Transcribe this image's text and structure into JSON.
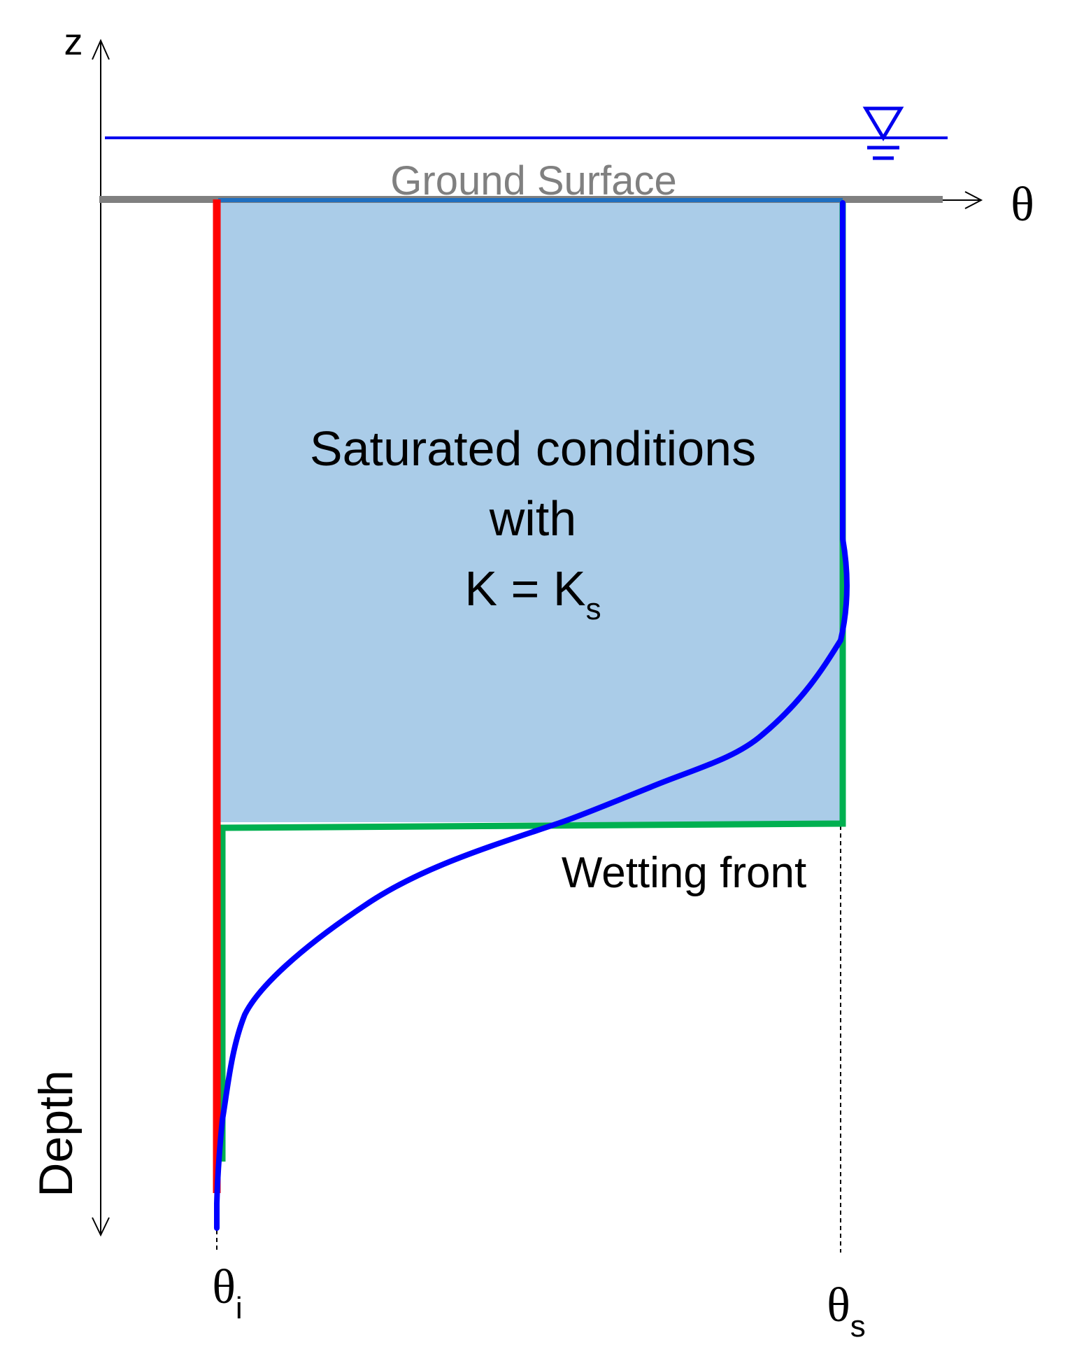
{
  "axes": {
    "vertical_top_label": "z",
    "vertical_bottom_label": "Depth",
    "horizontal_label": "θ",
    "tick_initial": {
      "symbol": "θ",
      "subscript": "i"
    },
    "tick_saturated": {
      "symbol": "θ",
      "subscript": "s"
    }
  },
  "labels": {
    "ground_surface": "Ground Surface",
    "region_line1": "Saturated conditions",
    "region_line2": "with",
    "region_line3_main": "K = K",
    "region_line3_sub": "s",
    "wetting_front": "Wetting front"
  },
  "colors": {
    "water_line": "#0000ee",
    "ground": "#808080",
    "saturated_fill": "#aacce8",
    "saturated_top_edge": "#1f6fc0",
    "initial_profile": "#ff0000",
    "green_assumed_profile": "#00b050",
    "actual_profile": "#0000ff",
    "text": "#000000",
    "ground_label": "#808080"
  },
  "icons": {
    "water_table": "water-table-triangle-icon"
  }
}
